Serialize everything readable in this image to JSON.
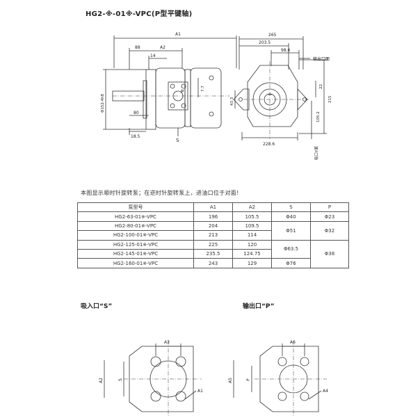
{
  "header": {
    "title": "HG2-※-01※-VPC(P型平键轴)"
  },
  "side_view": {
    "dims": {
      "A1": "A1",
      "A2": "A2",
      "d88": "88",
      "d14": "14",
      "d80": "80",
      "d185": "18.5",
      "d77": "7.7",
      "phi": "Φ152.4h8"
    },
    "letters": {
      "P": "P",
      "S": "S"
    }
  },
  "front_view": {
    "dims": {
      "d265": "265",
      "d2035": "203.5",
      "d986": "98.6",
      "d2286": "228.6",
      "d22": "22",
      "d215": "215",
      "d1052": "105.2",
      "d433": "43.3"
    },
    "labels": {
      "outlet": "输出口面",
      "inlet": "吸口Y面"
    }
  },
  "note": "本图显示顺时针旋转泵；在逆时针旋转泵上，进油口位于对面!",
  "spec_table": {
    "headers": [
      "泵型号",
      "A1",
      "A2",
      "S",
      "P"
    ],
    "rows": [
      {
        "model": "HG2-63-01※-VPC",
        "A1": "196",
        "A2": "105.5",
        "S": "Φ40",
        "P": "Φ23"
      },
      {
        "model": "HG2-80-01※-VPC",
        "A1": "204",
        "A2": "109.5",
        "S": "Φ51",
        "P": "Φ32"
      },
      {
        "model": "HG2-100-01※-VPC",
        "A1": "213",
        "A2": "114",
        "S": "",
        "P": ""
      },
      {
        "model": "HG2-125-01※-VPC",
        "A1": "225",
        "A2": "120",
        "S": "Φ63.5",
        "P": "Φ38"
      },
      {
        "model": "HG2-145-01※-VPC",
        "A1": "235.5",
        "A2": "124.75",
        "S": "",
        "P": ""
      },
      {
        "model": "HG2-160-01※-VPC",
        "A1": "243",
        "A2": "129",
        "S": "Φ76",
        "P": ""
      }
    ]
  },
  "suction_port": {
    "title": "吸入口“S”",
    "dims": {
      "top": "A3",
      "side": "A2",
      "inner": "S",
      "hole": "A1"
    }
  },
  "outlet_port": {
    "title": "输出口“P”",
    "dims": {
      "top": "A6",
      "side": "A5",
      "inner": "P",
      "hole": "A4"
    }
  }
}
